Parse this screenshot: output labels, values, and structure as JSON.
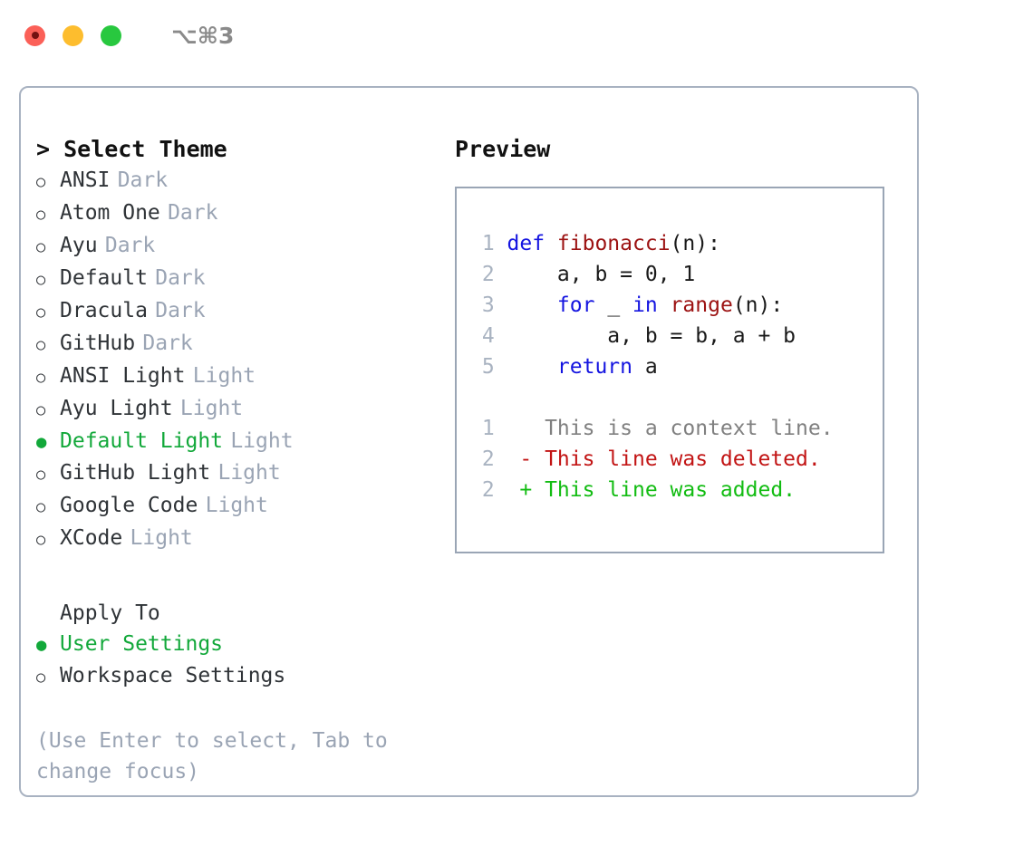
{
  "window": {
    "shortcut": "⌥⌘3",
    "traffic_lights": [
      "close-red",
      "minimize-yellow",
      "maximize-green"
    ]
  },
  "theme_list": {
    "title": "> Select Theme",
    "items": [
      {
        "marker": "○",
        "name": "ANSI",
        "suffix": "Dark",
        "selected": false
      },
      {
        "marker": "○",
        "name": "Atom One",
        "suffix": "Dark",
        "selected": false
      },
      {
        "marker": "○",
        "name": "Ayu",
        "suffix": "Dark",
        "selected": false
      },
      {
        "marker": "○",
        "name": "Default",
        "suffix": "Dark",
        "selected": false
      },
      {
        "marker": "○",
        "name": "Dracula",
        "suffix": "Dark",
        "selected": false
      },
      {
        "marker": "○",
        "name": "GitHub",
        "suffix": "Dark",
        "selected": false
      },
      {
        "marker": "○",
        "name": "ANSI Light",
        "suffix": "Light",
        "selected": false
      },
      {
        "marker": "○",
        "name": "Ayu Light",
        "suffix": "Light",
        "selected": false
      },
      {
        "marker": "●",
        "name": "Default Light",
        "suffix": "Light",
        "selected": true
      },
      {
        "marker": "○",
        "name": "GitHub Light",
        "suffix": "Light",
        "selected": false
      },
      {
        "marker": "○",
        "name": "Google Code",
        "suffix": "Light",
        "selected": false
      },
      {
        "marker": "○",
        "name": "XCode",
        "suffix": "Light",
        "selected": false
      }
    ]
  },
  "apply_to": {
    "title": "Apply To",
    "items": [
      {
        "marker": "●",
        "name": "User Settings",
        "selected": true
      },
      {
        "marker": "○",
        "name": "Workspace Settings",
        "selected": false
      }
    ]
  },
  "hint": "(Use Enter to select, Tab to change focus)",
  "preview": {
    "title": "Preview",
    "code_lines": [
      {
        "num": "1",
        "tokens": [
          {
            "t": "def ",
            "c": "kw"
          },
          {
            "t": "fibonacci",
            "c": "fn"
          },
          {
            "t": "(n):",
            "c": "pl"
          }
        ]
      },
      {
        "num": "2",
        "tokens": [
          {
            "t": "    a, b = 0, 1",
            "c": "pl"
          }
        ]
      },
      {
        "num": "3",
        "tokens": [
          {
            "t": "    ",
            "c": "pl"
          },
          {
            "t": "for",
            "c": "kw"
          },
          {
            "t": " _ ",
            "c": "pl"
          },
          {
            "t": "in",
            "c": "kw"
          },
          {
            "t": " ",
            "c": "pl"
          },
          {
            "t": "range",
            "c": "fn"
          },
          {
            "t": "(n):",
            "c": "pl"
          }
        ]
      },
      {
        "num": "4",
        "tokens": [
          {
            "t": "        a, b = b, a + b",
            "c": "pl"
          }
        ]
      },
      {
        "num": "5",
        "tokens": [
          {
            "t": "    ",
            "c": "pl"
          },
          {
            "t": "return",
            "c": "kw"
          },
          {
            "t": " a",
            "c": "pl"
          }
        ]
      }
    ],
    "diff_lines": [
      {
        "num": "1",
        "tokens": [
          {
            "t": "   This is a context line.",
            "c": "ctx"
          }
        ]
      },
      {
        "num": "2",
        "tokens": [
          {
            "t": " - This line was deleted.",
            "c": "del"
          }
        ]
      },
      {
        "num": "2",
        "tokens": [
          {
            "t": " + This line was added.",
            "c": "add"
          }
        ]
      }
    ]
  },
  "colors": {
    "accent_green": "#12a83a",
    "muted": "#9aa4b4",
    "border": "#a8b2c1",
    "keyword_blue": "#1414e0",
    "function_red": "#9c1212",
    "diff_deleted": "#c21414",
    "diff_added": "#12bc12"
  }
}
